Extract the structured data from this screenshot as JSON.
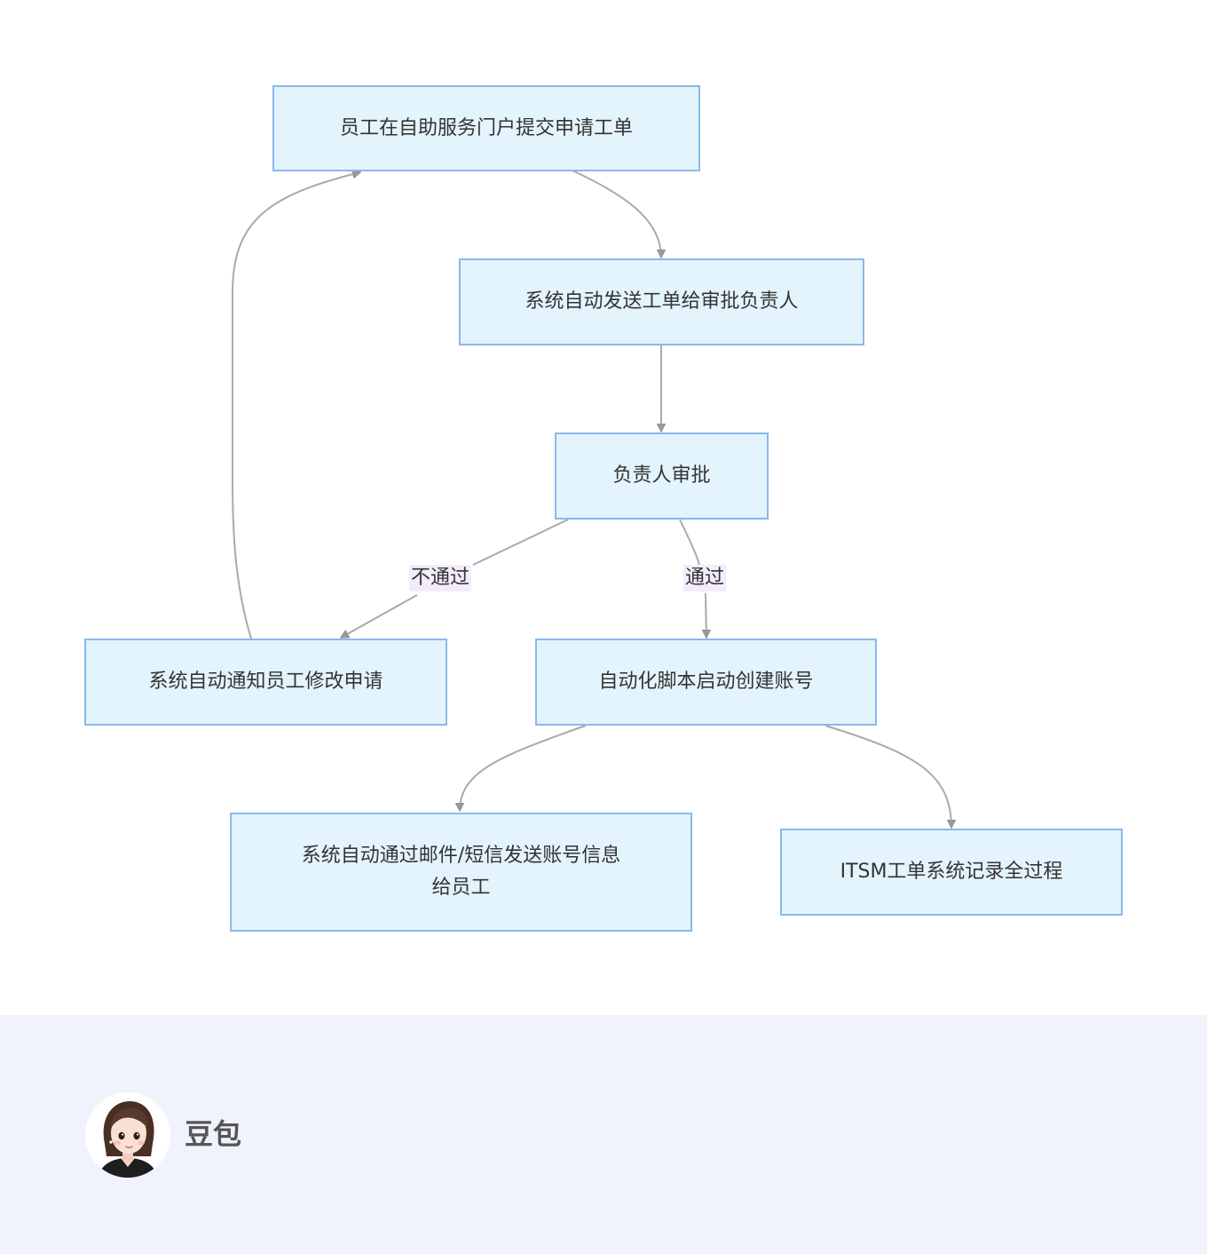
{
  "diagram": {
    "nodes": {
      "submit": "员工在自助服务门户提交申请工单",
      "dispatch": "系统自动发送工单给审批负责人",
      "approve": "负责人审批",
      "notify": "系统自动通知员工修改申请",
      "create": "自动化脚本启动创建账号",
      "send_info_line1": "系统自动通过邮件/短信发送账号信息",
      "send_info_line2": "给员工",
      "record": "ITSM工单系统记录全过程"
    },
    "edge_labels": {
      "reject": "不通过",
      "pass": "通过"
    },
    "colors": {
      "node_fill": "#e4f4fd",
      "node_border": "#8ab8ee",
      "edge": "#aaaaaa",
      "label_bg": "#f3ecfb"
    }
  },
  "footer": {
    "author_name": "豆包",
    "avatar_icon": "avatar-icon"
  }
}
